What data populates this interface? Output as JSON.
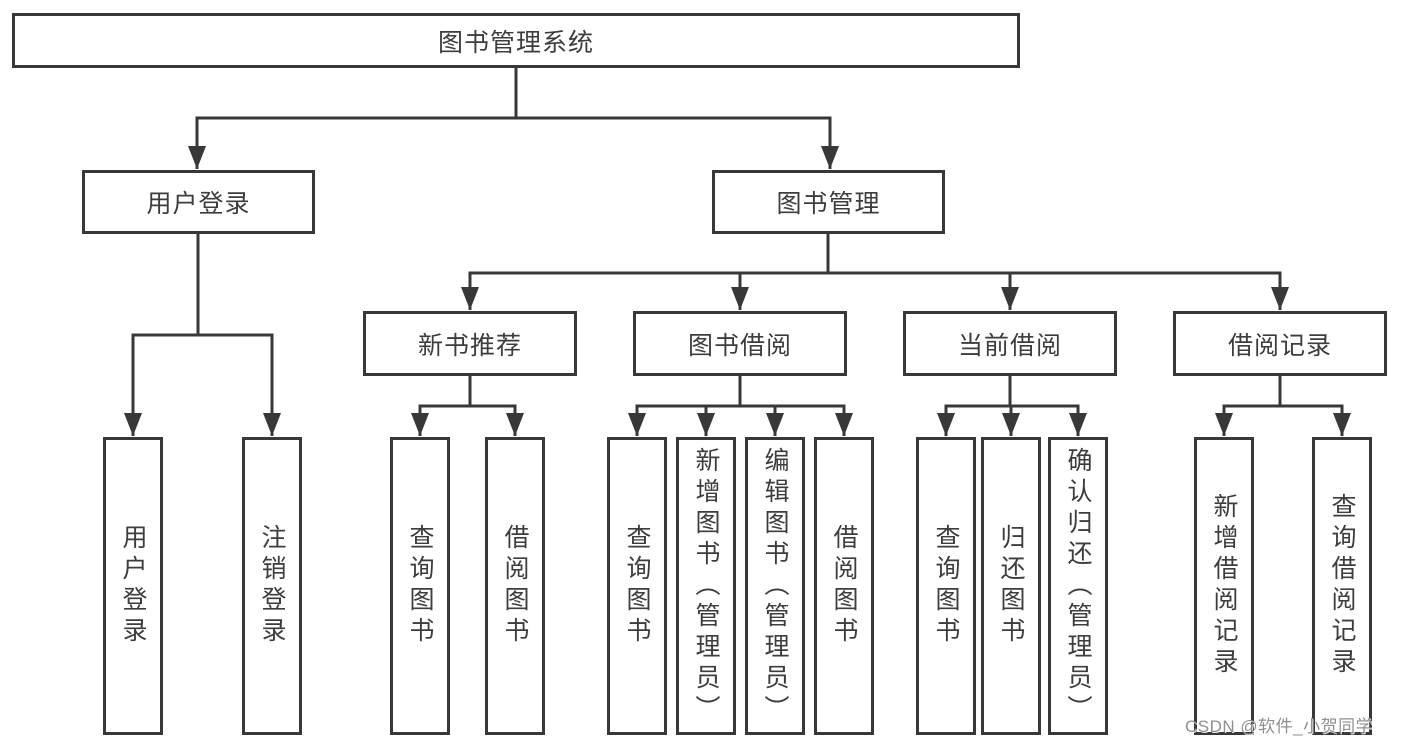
{
  "diagram": {
    "root": "图书管理系统",
    "branches": [
      {
        "label": "用户登录",
        "children": [
          "用户登录",
          "注销登录"
        ]
      },
      {
        "label": "图书管理",
        "groups": [
          {
            "label": "新书推荐",
            "children": [
              "查询图书",
              "借阅图书"
            ]
          },
          {
            "label": "图书借阅",
            "children": [
              "查询图书",
              "新增图书（管理员）",
              "编辑图书（管理员）",
              "借阅图书"
            ]
          },
          {
            "label": "当前借阅",
            "children": [
              "查询图书",
              "归还图书",
              "确认归还（管理员）"
            ]
          },
          {
            "label": "借阅记录",
            "children": [
              "新增借阅记录",
              "查询借阅记录"
            ]
          }
        ]
      }
    ]
  },
  "watermark": "CSDN @软件_小贺同学",
  "colors": {
    "line": "#383838",
    "box_border": "#383838",
    "text": "#3d3d3d",
    "watermark": "#8f8f8f",
    "background": "#ffffff"
  }
}
